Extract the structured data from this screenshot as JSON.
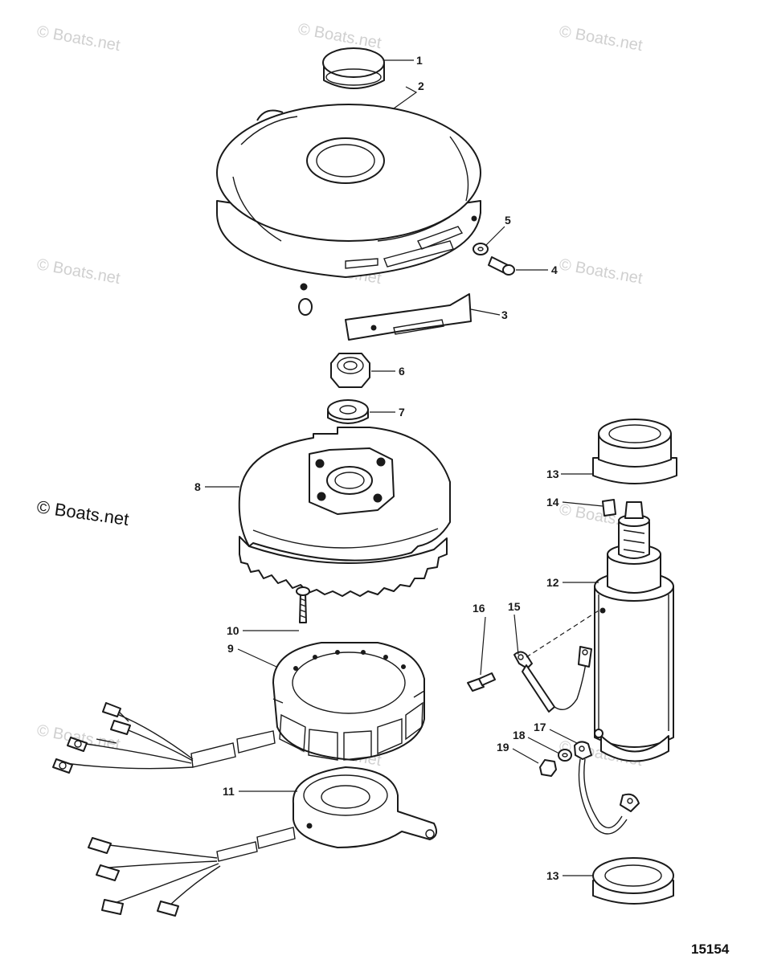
{
  "watermark": "© Boats.net",
  "figure_number": "15154",
  "callouts": {
    "c1": "1",
    "c2": "2",
    "c3": "3",
    "c4": "4",
    "c5": "5",
    "c6": "6",
    "c7": "7",
    "c8": "8",
    "c9": "9",
    "c10": "10",
    "c11": "11",
    "c12": "12",
    "c13_top": "13",
    "c13_bottom": "13",
    "c14": "14",
    "c15": "15",
    "c16": "16",
    "c17": "17",
    "c18": "18",
    "c19": "19"
  },
  "colors": {
    "line": "#1a1a1a",
    "background": "#ffffff",
    "watermark": "#d0d0d0"
  }
}
